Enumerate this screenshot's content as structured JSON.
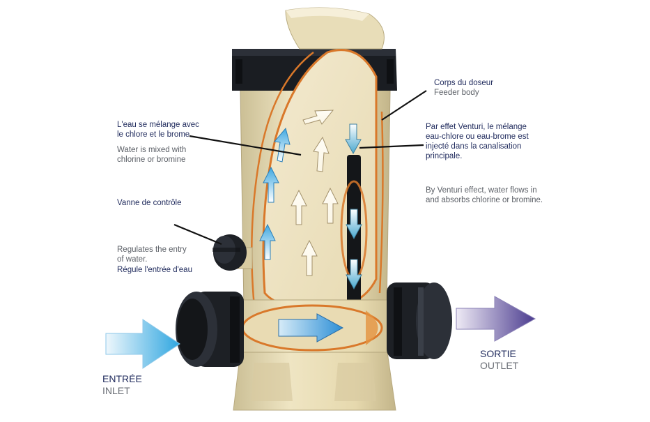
{
  "feeder_body": {
    "fr": "Corps du doseur",
    "en": "Feeder body"
  },
  "mix": {
    "fr_1": "L'eau se mélange avec",
    "fr_2": "le chlore et le brome",
    "en_1": "Water is mixed with",
    "en_2": "chlorine or bromine"
  },
  "venturi": {
    "fr_1": "Par effet Venturi, le mélange",
    "fr_2": "eau-chlore ou eau-brome est",
    "fr_3": "injecté dans la canalisation",
    "fr_4": "principale.",
    "en_1": "By Venturi effect, water flows in",
    "en_2": "and absorbs chlorine or bromine."
  },
  "valve": {
    "title": "Vanne de contrôle",
    "en_1": "Regulates the entry",
    "en_2": "of water.",
    "fr": "Régule l'entrée d'eau"
  },
  "inlet": {
    "fr": "ENTRÉE",
    "en": "INLET"
  },
  "outlet": {
    "fr": "SORTIE",
    "en": "OUTLET"
  },
  "colors": {
    "body": "#e8dcb4",
    "outline": "#d9782a",
    "cap": "#1a1d22",
    "inlet_arrow": "#4fb4e6",
    "outlet_arrow": "#5a4a9a",
    "label_navy": "#1f2a5c"
  }
}
